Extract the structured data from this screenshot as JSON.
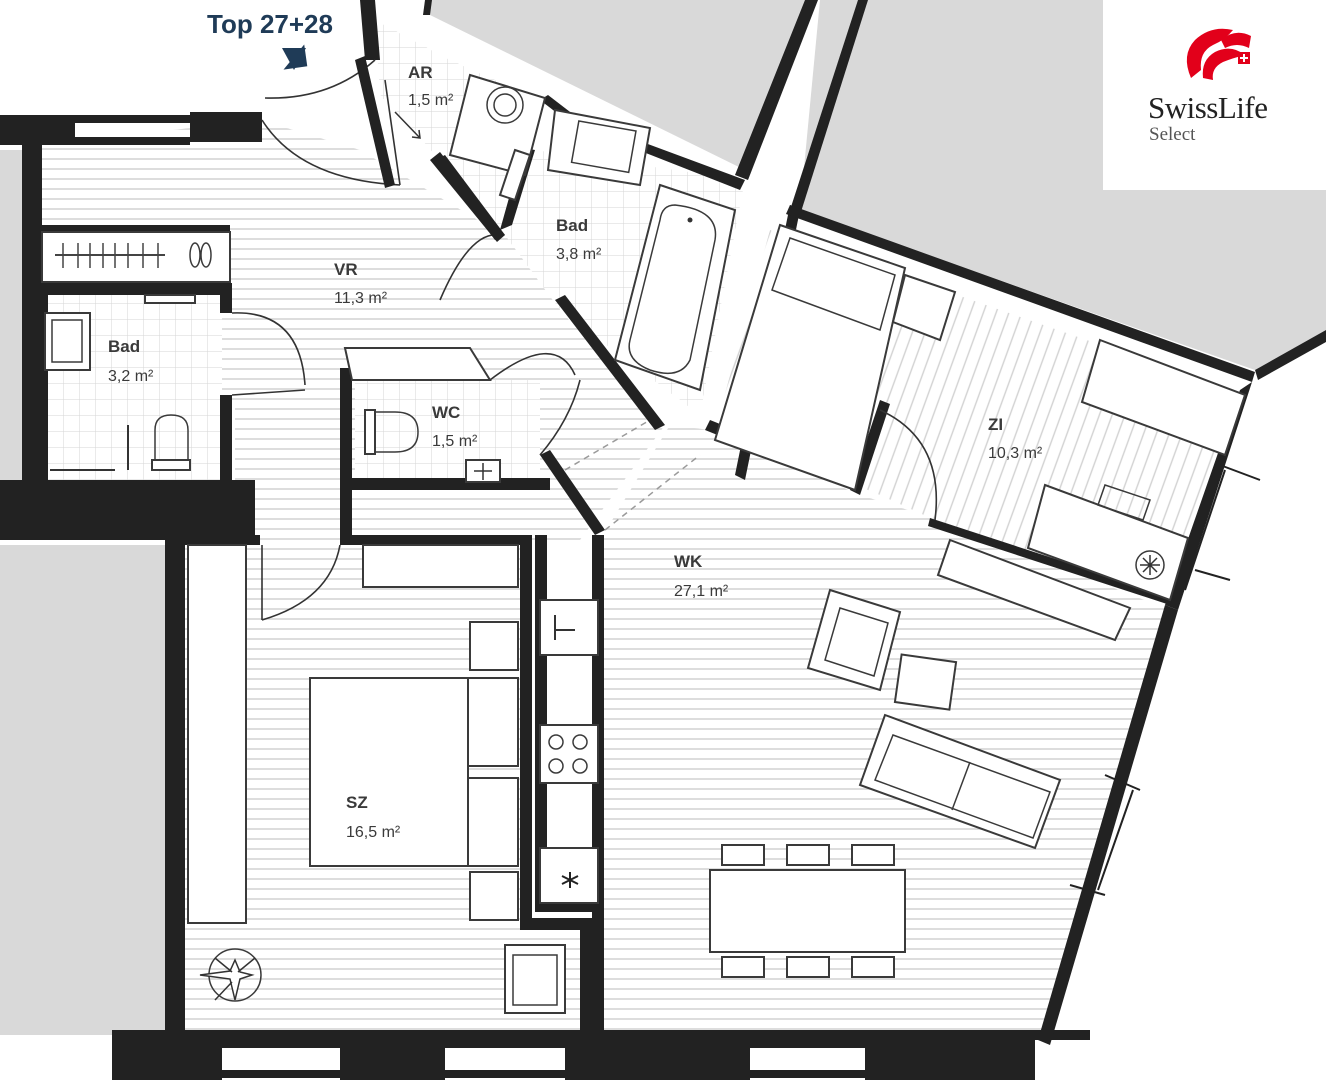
{
  "unit": {
    "label": "Top 27+28"
  },
  "rooms": {
    "ar": {
      "name": "AR",
      "area": "1,5 m²"
    },
    "bad_top": {
      "name": "Bad",
      "area": "3,8 m²"
    },
    "vr": {
      "name": "VR",
      "area": "11,3 m²"
    },
    "bad_left": {
      "name": "Bad",
      "area": "3,2 m²"
    },
    "wc": {
      "name": "WC",
      "area": "1,5 m²"
    },
    "zi": {
      "name": "ZI",
      "area": "10,3 m²"
    },
    "wk": {
      "name": "WK",
      "area": "27,1 m²"
    },
    "sz": {
      "name": "SZ",
      "area": "16,5 m²"
    }
  },
  "logo": {
    "name": "SwissLife",
    "sub": "Select",
    "accent": "#e2001a"
  },
  "colors": {
    "wall": "#222222",
    "neighbor": "#d9d9d9",
    "floor_line": "#cfcfcf",
    "label": "#1f3b57"
  },
  "icons": [
    "arrow-down-icon",
    "plant-icon",
    "snowflake-icon",
    "swisslife-logo-icon"
  ]
}
